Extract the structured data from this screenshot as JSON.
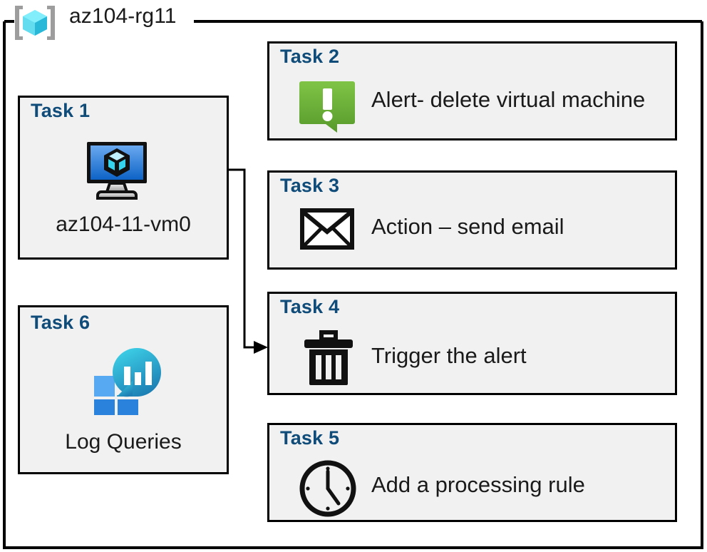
{
  "resource_group": {
    "label": "az104-rg11",
    "icon": "azure-resource-group-icon"
  },
  "cards": {
    "task1": {
      "title": "Task 1",
      "caption": "az104-11-vm0",
      "icon": "virtual-machine-icon"
    },
    "task2": {
      "title": "Task 2",
      "text": "Alert- delete virtual machine",
      "icon": "alert-bubble-icon"
    },
    "task3": {
      "title": "Task 3",
      "text": "Action – send email",
      "icon": "envelope-icon"
    },
    "task4": {
      "title": "Task 4",
      "text": "Trigger the alert",
      "icon": "trash-can-icon"
    },
    "task5": {
      "title": "Task 5",
      "text": "Add a processing rule",
      "icon": "clock-icon"
    },
    "task6": {
      "title": "Task 6",
      "caption": "Log Queries",
      "icon": "log-analytics-icon"
    }
  },
  "connector": {
    "from": "task1-vm-icon",
    "to": "task4-card",
    "arrow": "arrowhead-right"
  },
  "colors": {
    "card_fill": "#f1f1f1",
    "card_border": "#000000",
    "title_blue": "#0f4c7a",
    "body_text": "#1a1a1a",
    "alert_green_light": "#7cc043",
    "alert_green_dark": "#5a9c2e",
    "vm_blue_light": "#5ea3ef",
    "vm_blue_dark": "#0f6cce",
    "log_tile_blue": "#2a8ae0",
    "log_bubble_cyan": "#32ccdf",
    "log_bubble_teal": "#1f86b8",
    "rg_cube_cyan": "#6fe4f5",
    "rg_bracket_gray": "#9d9d9d"
  }
}
